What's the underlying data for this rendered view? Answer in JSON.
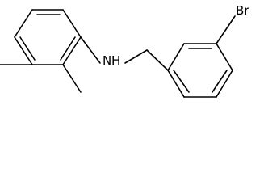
{
  "molecule": {
    "atoms": {
      "nitrogen": "N",
      "hydrogen": "H",
      "bromine": "Br"
    }
  }
}
